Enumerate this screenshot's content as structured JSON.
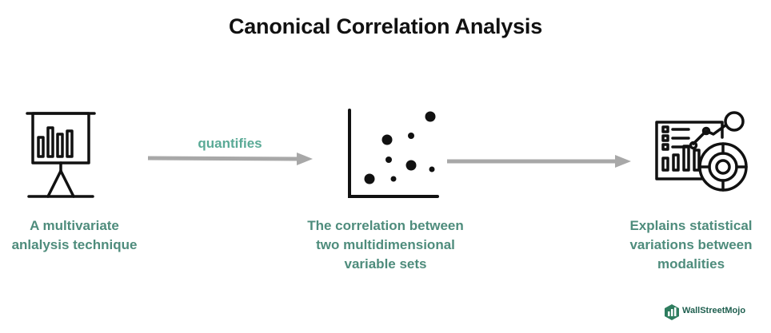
{
  "title": "Canonical Correlation Analysis",
  "edge": {
    "label": "quantifies"
  },
  "nodes": [
    {
      "icon": "presentation-board-icon",
      "lines": [
        "A multivariate",
        "anlalysis technique"
      ]
    },
    {
      "icon": "scatter-plot-icon",
      "lines": [
        "The correlation between",
        "two multidimensional",
        "variable sets"
      ]
    },
    {
      "icon": "analytics-dashboard-icon",
      "lines": [
        "Explains statistical",
        "variations between",
        "modalities"
      ]
    }
  ],
  "brand": {
    "name": "WallStreetMojo",
    "icon": "wallstreetmojo-logo-icon"
  },
  "colors": {
    "caption": "#4e8c7c",
    "edge_label": "#5aaa96",
    "arrow": "#a8a8a8",
    "icon": "#111111"
  }
}
